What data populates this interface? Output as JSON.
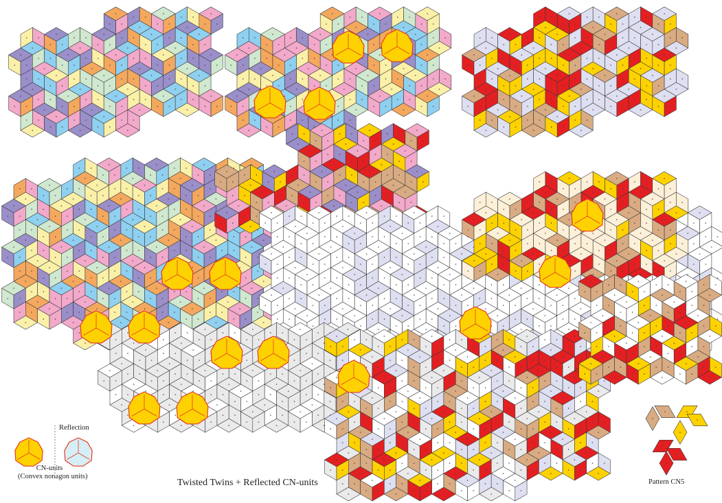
{
  "colors": {
    "pink": "#f2a9ca",
    "blue": "#8fd0f0",
    "violet": "#9a8fc9",
    "orange": "#f4a85e",
    "cream": "#fbf0a8",
    "mint": "#cfe8cf",
    "yellow": "#fed200",
    "red": "#e41f22",
    "tan": "#d9ab82",
    "lavender": "#dedff0",
    "beige": "#fdf0d8",
    "gray": "#eaeaea",
    "white": "#ffffff",
    "unit_outline": "#e63a1f",
    "tile_outline": "#3a3a3a",
    "reflection_fill": "#d6eef6"
  },
  "labels": {
    "caption": "Twisted Twins + Reflected CN-units",
    "cn_units": "CN-units",
    "cn_units_sub": "(Convex nonagon units)",
    "reflection": "Reflection",
    "pattern": "Pattern CN5"
  },
  "icons": [
    "cn-unit-icon",
    "reflected-cn-unit-icon",
    "pattern-cn5-icon"
  ]
}
